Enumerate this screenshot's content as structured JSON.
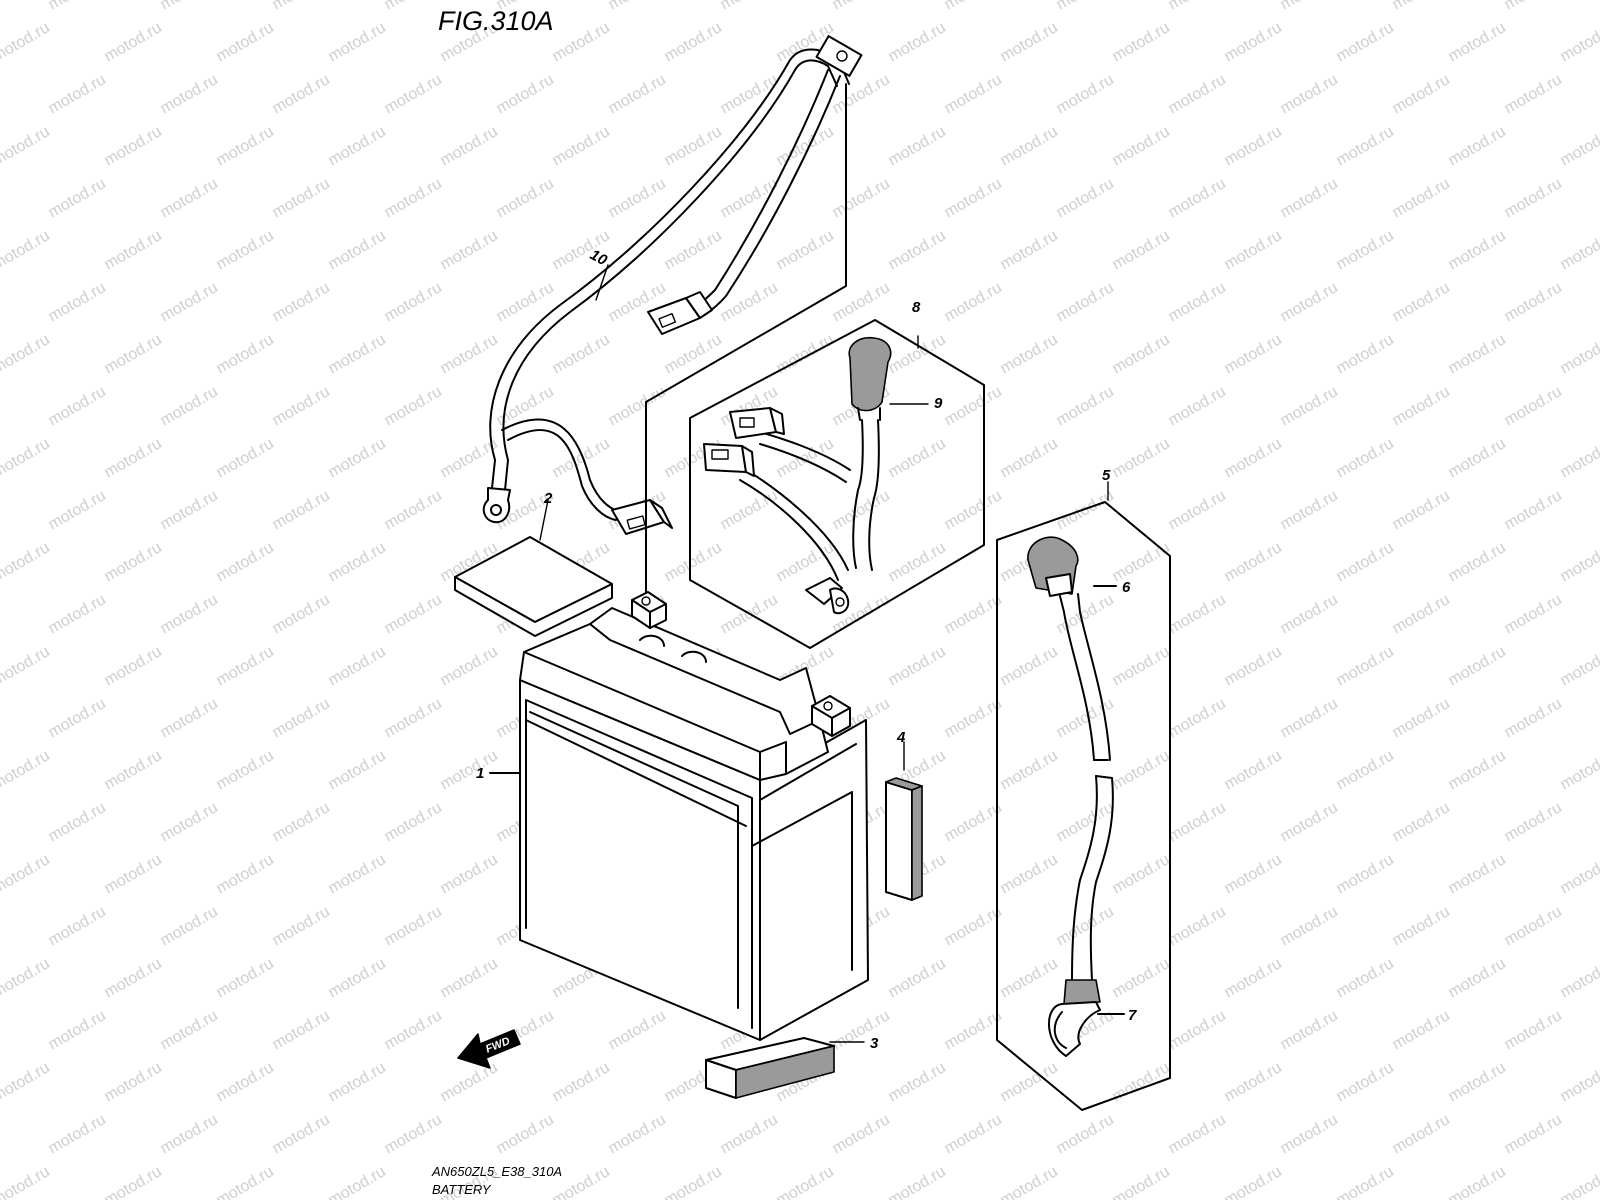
{
  "figure": {
    "title": "FIG.310A",
    "code": "AN650ZL5_E38_310A",
    "name": "BATTERY"
  },
  "watermark": "motod.ru",
  "direction_marker": "FWD",
  "callouts": [
    "1",
    "2",
    "3",
    "4",
    "5",
    "6",
    "7",
    "8",
    "9",
    "10"
  ]
}
